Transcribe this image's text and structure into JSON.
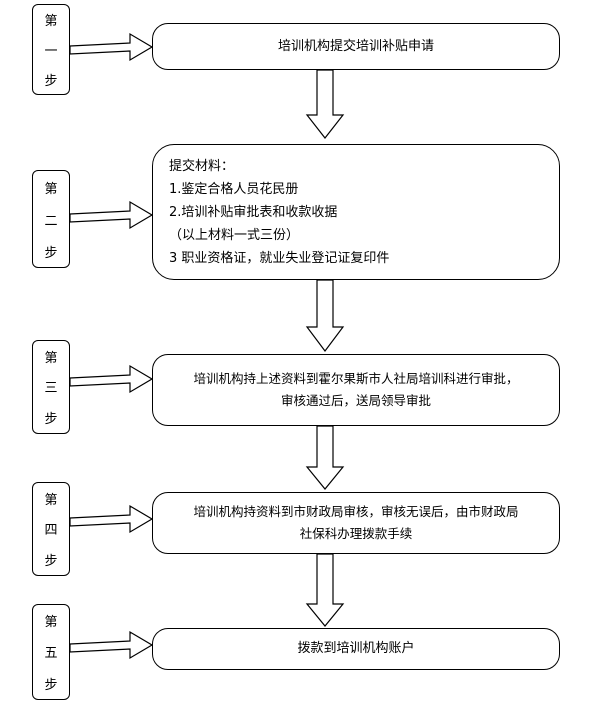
{
  "steps": [
    {
      "chars": [
        "第",
        "一",
        "步"
      ],
      "lines": [
        "培训机构提交培训补贴申请"
      ]
    },
    {
      "chars": [
        "第",
        "二",
        "步"
      ],
      "heading": "提交材料：",
      "lines": [
        "1.鉴定合格人员花民册",
        "2.培训补贴审批表和收款收据",
        "（以上材料一式三份）",
        "3 职业资格证，就业失业登记证复印件"
      ]
    },
    {
      "chars": [
        "第",
        "三",
        "步"
      ],
      "lines": [
        "培训机构持上述资料到霍尔果斯市人社局培训科进行审批，",
        "审核通过后，送局领导审批"
      ]
    },
    {
      "chars": [
        "第",
        "四",
        "步"
      ],
      "lines": [
        "培训机构持资料到市财政局审核，审核无误后，由市财政局",
        "社保科办理拨款手续"
      ]
    },
    {
      "chars": [
        "第",
        "五",
        "步"
      ],
      "lines": [
        "拨款到培训机构账户"
      ]
    }
  ]
}
